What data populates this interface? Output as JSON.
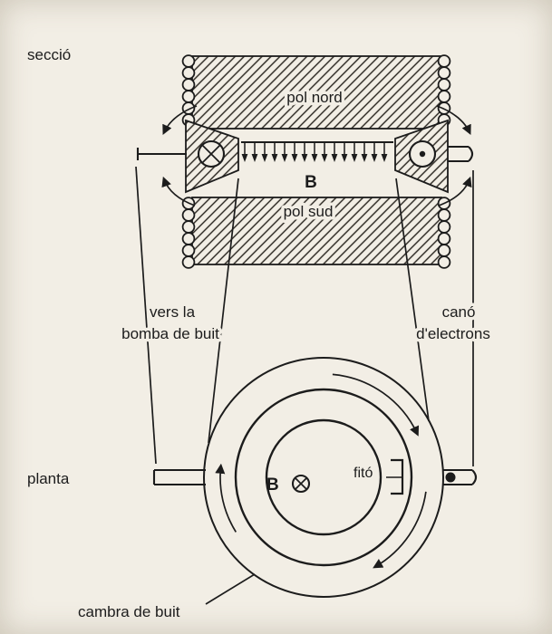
{
  "colors": {
    "background": "#f2eee5",
    "ink": "#1c1c1c"
  },
  "section_view": {
    "view_label": "secció",
    "north_pole_label": "pol nord",
    "south_pole_label": "pol sud",
    "field_label": "B",
    "left_port_label_line1": "vers la",
    "left_port_label_line2": "bomba de buit",
    "right_port_label_line1": "canó",
    "right_port_label_line2": "d'electrons"
  },
  "plan_view": {
    "view_label": "planta",
    "field_label": "B",
    "target_label": "fitó",
    "chamber_label": "cambra de buit"
  },
  "icons": {
    "field_into_page": "circled-x",
    "electron_into_page": "circled-x",
    "electron_out_of_page": "circled-dot"
  }
}
